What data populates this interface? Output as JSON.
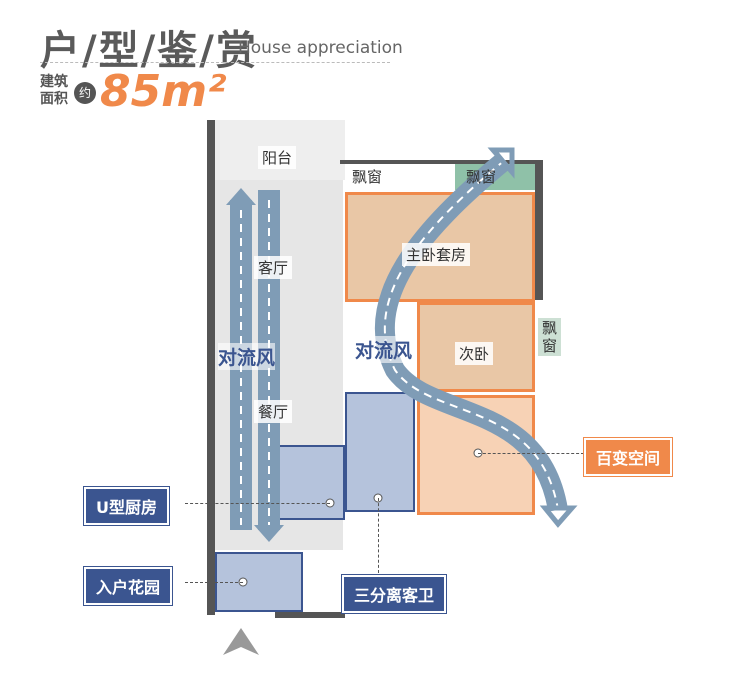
{
  "header": {
    "title": "户/型/鉴/赏",
    "subtitle": "House appreciation",
    "area_label_1": "建筑",
    "area_label_2": "面积",
    "approx": "约",
    "area_value": "85m²"
  },
  "rooms": {
    "balcony": "阳台",
    "bay1": "飘窗",
    "bay2": "飘窗",
    "master": "主卧套房",
    "living": "客厅",
    "dining": "餐厅",
    "second": "次卧",
    "bay3": "飘",
    "bay3b": "窗"
  },
  "airflow": {
    "left": "对流风",
    "right": "对流风"
  },
  "tags": {
    "kitchen": "U型厨房",
    "garden": "入户花园",
    "bath": "三分离客卫",
    "flex": "百变空间"
  },
  "colors": {
    "orange": "#f0894a",
    "blue": "#3b5590",
    "arrow": "#7f9cb6"
  }
}
